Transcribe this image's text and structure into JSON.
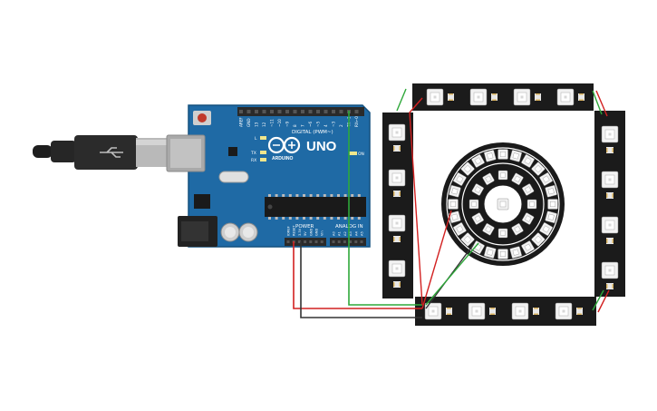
{
  "arduino": {
    "model": "UNO",
    "brand": "ARDUINO",
    "label_digital": "DIGITAL (PWM~)",
    "label_power": "POWER",
    "label_analog": "ANALOG IN",
    "label_on": "ON",
    "label_tx": "TX",
    "label_rx": "RX",
    "label_l": "L",
    "top_pins": [
      "AREF",
      "GND",
      "13",
      "12",
      "~11",
      "~10",
      "~9",
      "8",
      "7",
      "~6",
      "~5",
      "4",
      "~3",
      "2",
      "TX→1",
      "RX←0"
    ],
    "power_pins": [
      "IOREF",
      "RESET",
      "3.3V",
      "5V",
      "GND",
      "GND",
      "Vin"
    ],
    "analog_pins": [
      "A0",
      "A1",
      "A2",
      "A3",
      "A4",
      "A5"
    ],
    "colors": {
      "board": "#1f6aa5",
      "board_edge": "#14507f",
      "header": "#2a2a2a",
      "chip": "#1a1a1a",
      "jack": "#222222",
      "silk": "#ffffff"
    }
  },
  "usb_cable": {
    "colors": {
      "plug": "#b9b9b9",
      "body": "#2b2b2b"
    }
  },
  "neopixel_ring": {
    "inner_count": 12,
    "outer_count": 24,
    "colors": {
      "pcb": "#1a1a1a",
      "led": "#f2f2f2",
      "die": "#cfcfcf"
    }
  },
  "neopixel_strips": {
    "pixels_per_strip": 4,
    "colors": {
      "pcb": "#1b1b1b",
      "led": "#f2f2f2",
      "pad": "#d9b25e"
    }
  },
  "wires": {
    "colors": {
      "signal": "#2ea83a",
      "power": "#d22020",
      "ground": "#333333"
    }
  }
}
